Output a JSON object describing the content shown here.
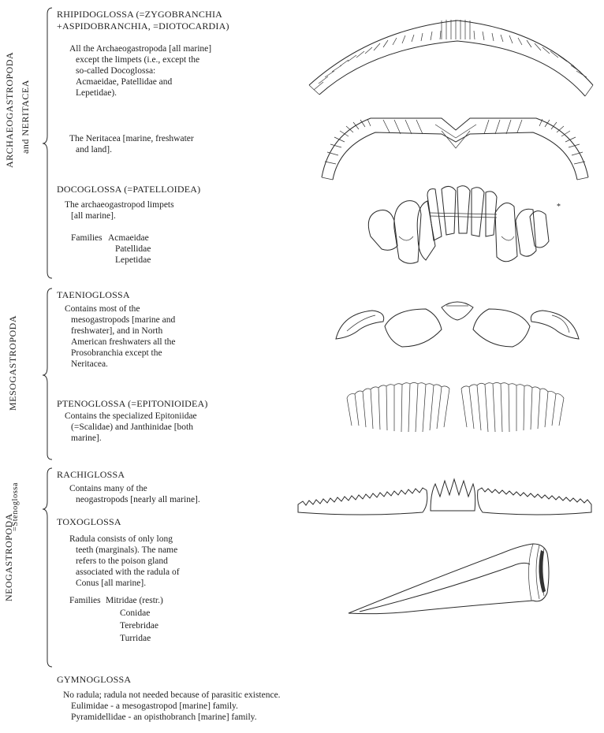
{
  "groups": [
    {
      "label": "ARCHAEOGASTROPODA",
      "sublabel": "and NERITACEA"
    },
    {
      "label": "MESOGASTROPODA",
      "sublabel": ""
    },
    {
      "label": "NEOGASTROPODA",
      "sublabel": "=Stenoglossa"
    }
  ],
  "sections": {
    "rhipidoglossa": {
      "heading_1": "RHIPIDOGLOSSA (=ZYGOBRANCHIA",
      "heading_2": "+ASPIDOBRANCHIA, =DIOTOCARDIA)",
      "text_1": "All the Archaeogastropoda [all marine]",
      "text_2": "except the limpets (i.e., except the",
      "text_3": "so-called Docoglossa:",
      "text_4": "Acmaeidae, Patellidae and",
      "text_5": "Lepetidae).",
      "text_6": "The Neritacea [marine, freshwater",
      "text_7": "and land]."
    },
    "docoglossa": {
      "heading": "DOCOGLOSSA (=PATELLOIDEA)",
      "text_1": "The archaeogastropod limpets",
      "text_2": "[all marine].",
      "families_label": "Families",
      "families": [
        "Acmaeidae",
        "Patellidae",
        "Lepetidae"
      ],
      "asterisk": "*"
    },
    "taenioglossa": {
      "heading": "TAENIOGLOSSA",
      "text_1": "Contains most of the",
      "text_2": "mesogastropods [marine and",
      "text_3": "freshwater], and in North",
      "text_4": "American freshwaters all the",
      "text_5": "Prosobranchia except the",
      "text_6": "Neritacea."
    },
    "ptenoglossa": {
      "heading": "PTENOGLOSSA (=EPITONIOIDEA)",
      "text_1": "Contains the specialized Epitoniidae",
      "text_2": "(=Scalidae) and Janthinidae [both",
      "text_3": "marine]."
    },
    "rachiglossa": {
      "heading": "RACHIGLOSSA",
      "text_1": "Contains many of the",
      "text_2": "neogastropods [nearly all marine]."
    },
    "toxoglossa": {
      "heading": "TOXOGLOSSA",
      "text_1": "Radula consists of only long",
      "text_2": "teeth (marginals). The name",
      "text_3": "refers to the poison gland",
      "text_4": "associated with the radula of",
      "text_5": "Conus [all marine].",
      "families_label": "Families",
      "families": [
        "Mitridae (restr.)",
        "Conidae",
        "Terebridae",
        "Turridae"
      ]
    },
    "gymnoglossa": {
      "heading": "GYMNOGLOSSA",
      "text_1": "No radula; radula not needed because of parasitic existence.",
      "text_2": "Eulimidae - a mesogastropod [marine] family.",
      "text_3": "Pyramidellidae - an opisthobranch [marine] family."
    }
  }
}
